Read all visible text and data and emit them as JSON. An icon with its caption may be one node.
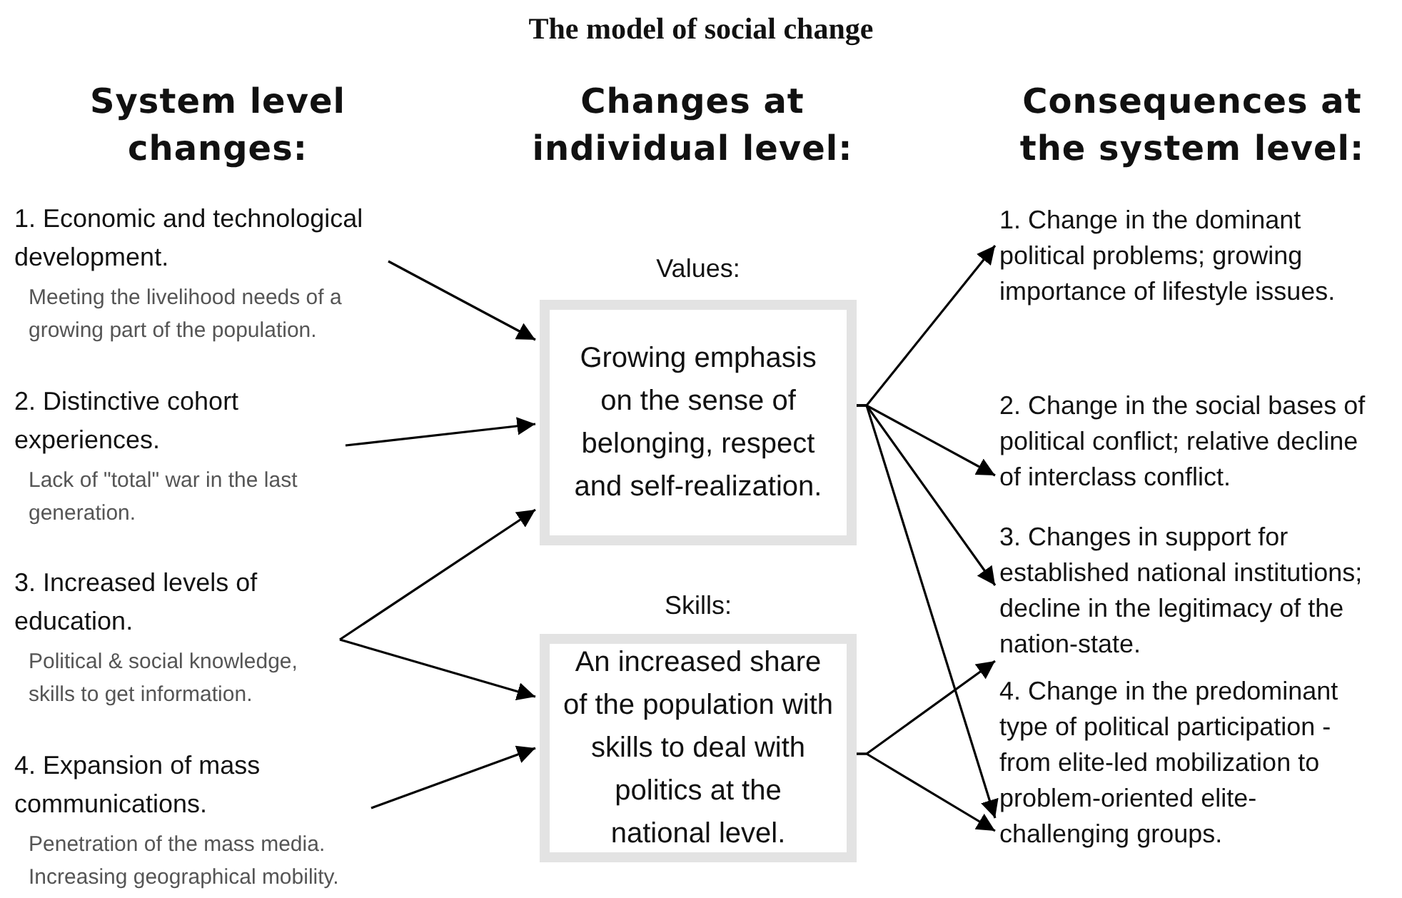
{
  "diagram": {
    "title": "The model of social change",
    "nodes": [
      {
        "text": [
          "1. Economic and technological development.",
          "Meeting the livelihood needs of a growing part of the population."
        ]
      },
      {
        "text": [
          "2. Distinctive cohort experiences.",
          "Lack of \"total\" war in the last generation."
        ]
      },
      {
        "text": [
          "3. Increased levels of education.",
          "Political & social knowledge, skills to get information."
        ]
      },
      {
        "text": [
          "4. Expansion of mass communications.",
          "Penetration of the mass media. Increasing geographical mobility."
        ]
      },
      {
        "text": [
          "Growing emphasis on the sense of belonging, respect and self-realization."
        ],
        "beside": [
          "Values:"
        ]
      },
      {
        "text": [
          "An increased share of the population with skills to deal with politics at the national level."
        ],
        "beside": [
          "Skills:"
        ]
      },
      {
        "text": [
          "1. Change in the dominant political problems; growing importance of lifestyle issues."
        ]
      },
      {
        "text": [
          "2. Change in the social bases of political conflict; relative decline of interclass conflict."
        ]
      },
      {
        "text": [
          "3. Changes in support for established national institutions; decline in the legitimacy of the nation-state."
        ]
      },
      {
        "text": [
          "4. Change in the predominant type of political participation - from elite-led mobilization to problem-oriented elite-challenging groups."
        ]
      }
    ],
    "edges": [
      {
        "from": 0,
        "to": 4,
        "arrow": "to"
      },
      {
        "from": 1,
        "to": 4,
        "arrow": "to"
      },
      {
        "from": 2,
        "to": 4,
        "arrow": "to"
      },
      {
        "from": 2,
        "to": 5,
        "arrow": "to"
      },
      {
        "from": 3,
        "to": 5,
        "arrow": "to"
      },
      {
        "from": 4,
        "to": 6,
        "arrow": "to"
      },
      {
        "from": 4,
        "to": 7,
        "arrow": "to"
      },
      {
        "from": 4,
        "to": 8,
        "arrow": "to"
      },
      {
        "from": 4,
        "to": 9,
        "arrow": "to"
      },
      {
        "from": 5,
        "to": 8,
        "arrow": "to"
      },
      {
        "from": 5,
        "to": 9,
        "arrow": "to"
      }
    ],
    "labels": [
      "System level changes:",
      "Changes at individual level:",
      "Consequences at the system level:"
    ]
  }
}
